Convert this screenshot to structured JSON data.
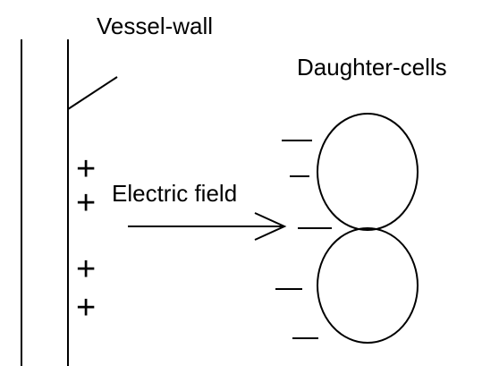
{
  "labels": {
    "vessel_wall": "Vessel-wall",
    "daughter_cells": "Daughter-cells",
    "electric_field": "Electric field"
  },
  "signs": {
    "positive": "+",
    "negative": "—"
  },
  "colors": {
    "stroke": "#000000",
    "background": "#ffffff"
  }
}
